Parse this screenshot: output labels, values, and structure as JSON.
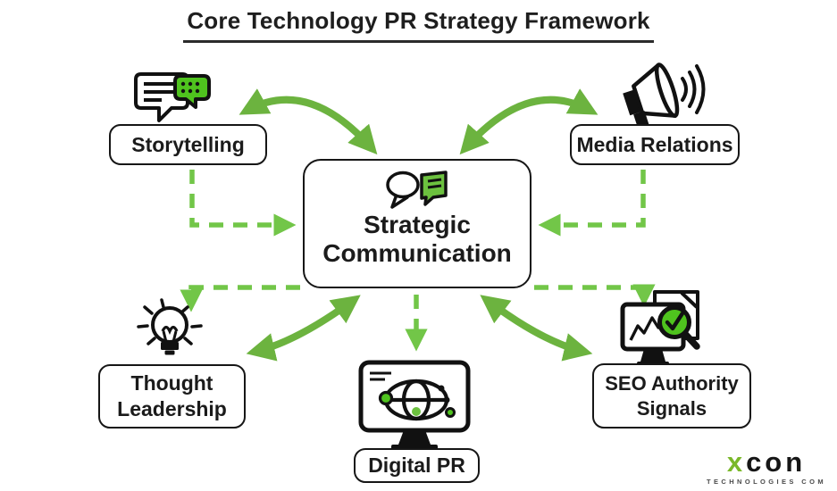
{
  "title": "Core Technology PR Strategy Framework",
  "center_node": {
    "icon": "chat-bubbles-icon",
    "line1": "Strategic",
    "line2": "Communication"
  },
  "nodes": {
    "storytelling": {
      "label": "Storytelling",
      "icon": "speech-bubbles-icon"
    },
    "media_relations": {
      "label": "Media Relations",
      "icon": "megaphone-icon"
    },
    "thought_leadership": {
      "line1": "Thought",
      "line2": "Leadership",
      "icon": "lightbulb-icon"
    },
    "digital_pr": {
      "label": "Digital PR",
      "icon": "monitor-globe-icon"
    },
    "seo_authority_signals": {
      "line1": "SEO Authority",
      "line2": "Signals",
      "icon": "monitor-magnifier-icon"
    }
  },
  "logo": {
    "brand_green": "x",
    "brand_black": "con",
    "tagline": "TECHNOLOGIES COM"
  },
  "colors": {
    "arrow_solid": "#6CB33F",
    "arrow_dashed": "#72C648",
    "icon_green_bright": "#4FC31E",
    "icon_green_mid": "#6CC13F",
    "logo_green": "#7AB829",
    "text": "#1B1B1B",
    "box_border": "#161616",
    "background": "#FFFFFF"
  }
}
